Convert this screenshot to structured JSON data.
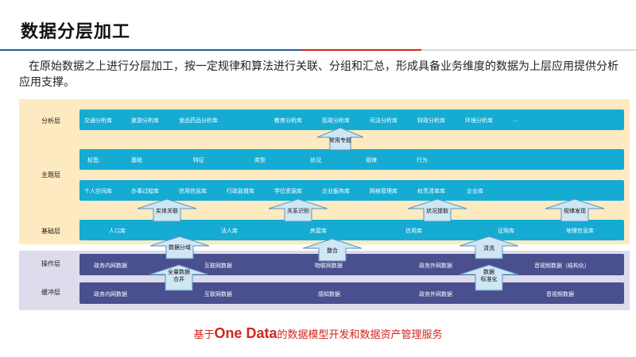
{
  "title": "数据分层加工",
  "intro": "在原始数据之上进行分层加工，按一定规律和算法进行关联、分组和汇总，形成具备业务维度的数据为上层应用提供分析应用支撑。",
  "colors": {
    "band_blue": "#15abd3",
    "band_navy": "#4a4f8e",
    "zone_upper": "#fdeac0",
    "zone_lower": "#dcdcec",
    "accent_red": "#d3261e"
  },
  "layers": {
    "analysis": {
      "label": "分析层",
      "items": [
        "交通分析库",
        "旅游分析库",
        "食品药品分析库",
        "教育分析库",
        "民政分析库",
        "司法分析库",
        "财政分析库",
        "环境分析库",
        "..."
      ]
    },
    "topic": {
      "label": "主题层",
      "tags_label": "标签:",
      "tags": [
        "基础",
        "特征",
        "类型",
        "状况",
        "规律",
        "行为"
      ],
      "libraries": [
        "个人空间库",
        "办事过程库",
        "信用信息库",
        "行政监督库",
        "学位资源库",
        "企业服务库",
        "网格管理库",
        "权责清单库",
        "企业库"
      ]
    },
    "base": {
      "label": "基础层",
      "items": [
        "人口库",
        "法人库",
        "房屋库",
        "信用库",
        "证照库",
        "地理信息库"
      ]
    },
    "operation": {
      "label": "操作层",
      "items": [
        "政务内网数据",
        "互联网数据",
        "物联网数据",
        "政务外网数据",
        "音视频数据（结构化）"
      ]
    },
    "buffer": {
      "label": "缓冲层",
      "items": [
        "政务内网数据",
        "互联网数据",
        "感知数据",
        "政务外网数据",
        "音视频数据"
      ]
    }
  },
  "arrows": {
    "common_topic": "常用专题",
    "entity_link": "实体关联",
    "relation_recognition": "关系识别",
    "status_extraction": "状况提取",
    "rule_discovery": "规律发现",
    "data_grouping": "数据分域",
    "integration": "整合",
    "cleaning": "清洗",
    "full_merge": "全量数据\n合并",
    "standardization": "数据\n标准化"
  },
  "footer": {
    "prefix": "基于",
    "brand": "One Data",
    "suffix": "的数据模型开发和数据资产管理服务"
  }
}
